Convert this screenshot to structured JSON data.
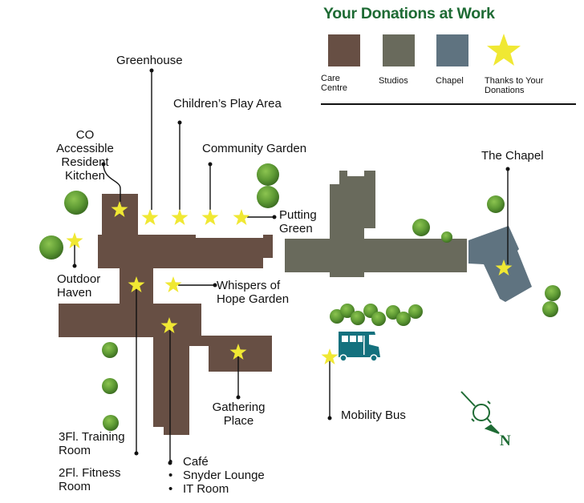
{
  "legend": {
    "title": "Your Donations at Work",
    "items": [
      {
        "label": "Care Centre",
        "color": "#674f44"
      },
      {
        "label": "Studios",
        "color": "#696a5c"
      },
      {
        "label": "Chapel",
        "color": "#5f7380"
      },
      {
        "label": "Thanks to Your Donations",
        "color": "#f0e833"
      }
    ]
  },
  "locations": {
    "greenhouse": "Greenhouse",
    "play_area": "Children’s Play Area",
    "community_garden": "Community Garden",
    "kitchen": "CO Accessible Resident Kitchen",
    "putting_green": "Putting Green",
    "outdoor_haven": "Outdoor Haven",
    "whispers": "Whispers of Hope Garden",
    "gathering": "Gathering Place",
    "training": "3Fl. Training Room",
    "fitness": "2Fl. Fitness Room",
    "lounge_list": [
      "Café",
      "Snyder Lounge",
      "IT Room"
    ],
    "chapel": "The Chapel",
    "bus": "Mobility Bus"
  },
  "compass": {
    "north_label": "N"
  },
  "colors": {
    "tree": "#5e9a34",
    "bus": "#14717e",
    "accent": "#1e6b34"
  }
}
